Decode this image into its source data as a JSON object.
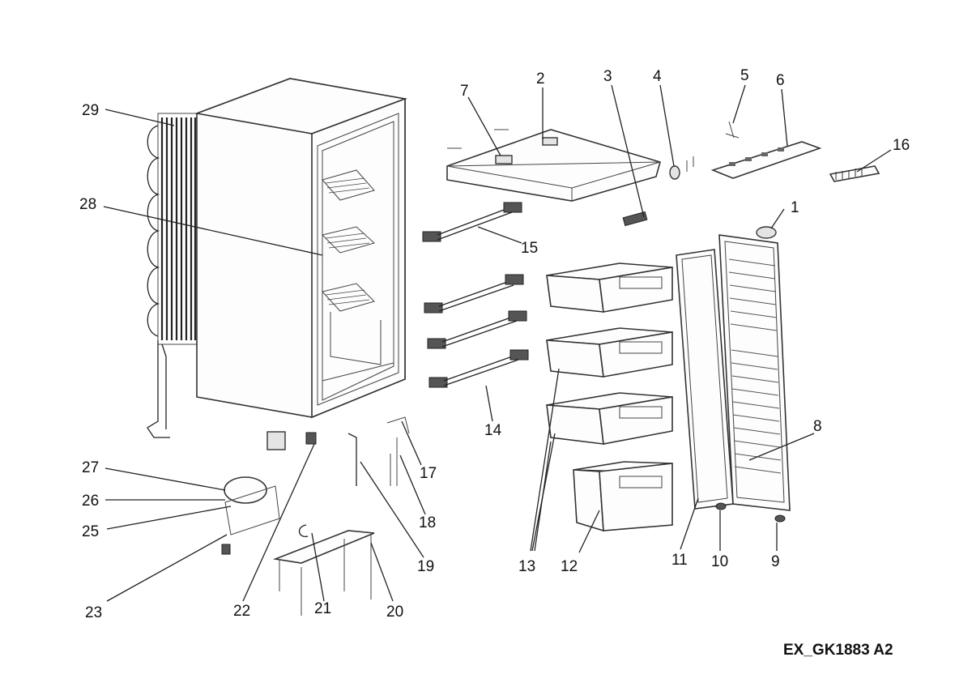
{
  "diagram": {
    "code": "EX_GK1883 A2",
    "labels": [
      "1",
      "2",
      "3",
      "4",
      "5",
      "6",
      "7",
      "8",
      "9",
      "10",
      "11",
      "12",
      "13",
      "14",
      "15",
      "16",
      "17",
      "18",
      "19",
      "20",
      "21",
      "22",
      "23",
      "25",
      "26",
      "27",
      "28",
      "29"
    ]
  }
}
